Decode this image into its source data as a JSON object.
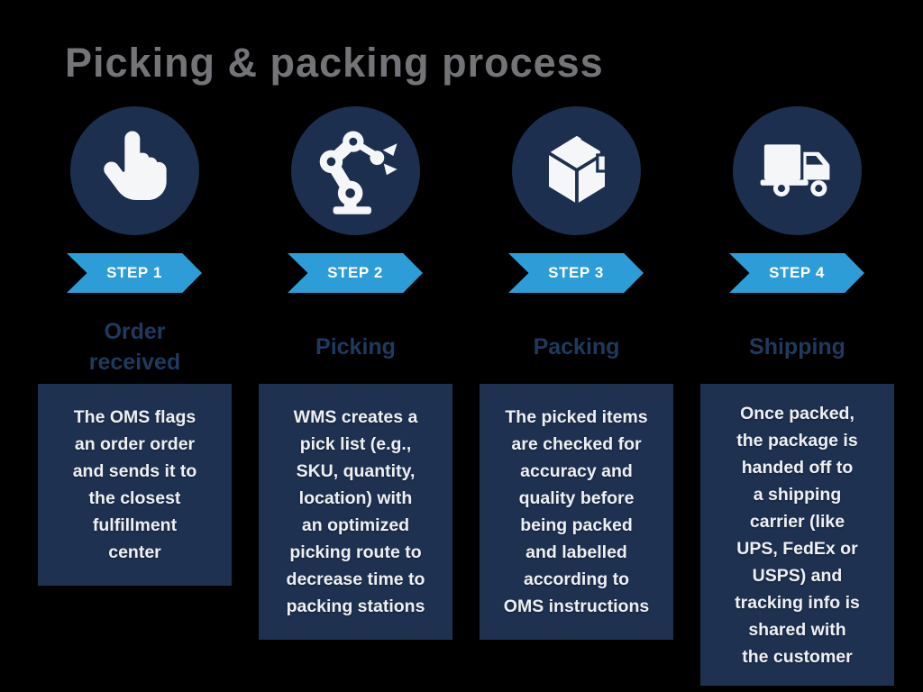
{
  "title": "Picking & packing process",
  "colors": {
    "background": "#000000",
    "title_gray": "#737477",
    "navy_dark": "#1c2f4e",
    "box_navy": "#1e3150",
    "step_banner_blue": "#2d9dd8",
    "step_title_navy": "#1e3a5e",
    "text_white": "#eef0f4"
  },
  "steps": [
    {
      "badge": "STEP 1",
      "icon": "pointing-hand-icon",
      "title_lines": [
        "Order",
        "received"
      ],
      "description_lines": [
        "The OMS flags",
        "an order order",
        "and sends it to",
        "the closest",
        "fulfillment",
        "center"
      ]
    },
    {
      "badge": "STEP 2",
      "icon": "robot-arm-icon",
      "title_lines": [
        "Picking"
      ],
      "description_lines": [
        "WMS creates a",
        "pick list (e.g.,",
        "SKU, quantity,",
        "location) with",
        "an optimized",
        "picking route to",
        "decrease time to",
        "packing stations"
      ]
    },
    {
      "badge": "STEP 3",
      "icon": "package-box-icon",
      "title_lines": [
        "Packing"
      ],
      "description_lines": [
        "The picked items",
        "are checked for",
        "accuracy and",
        "quality before",
        "being packed",
        "and labelled",
        "according to",
        "OMS instructions"
      ]
    },
    {
      "badge": "STEP 4",
      "icon": "delivery-truck-icon",
      "title_lines": [
        "Shipping"
      ],
      "description_lines": [
        "Once packed,",
        "the package is",
        "handed off to",
        "a shipping",
        "carrier (like",
        "UPS, FedEx or",
        "USPS) and",
        "tracking info is",
        "shared with",
        "the customer"
      ]
    }
  ]
}
